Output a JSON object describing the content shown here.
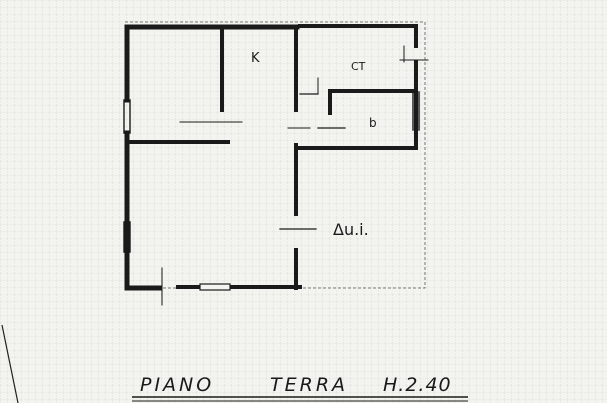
{
  "plan": {
    "rooms": {
      "k": "K",
      "ct": "CT",
      "b": "b",
      "ui": "Δu.i."
    },
    "caption": {
      "piano": "PIANO",
      "terra": "TERRA",
      "height": "H.2.40"
    }
  },
  "colors": {
    "paper": "#f3f3ef",
    "ink": "#1a1a1a",
    "grid": "#b9b9b2"
  }
}
